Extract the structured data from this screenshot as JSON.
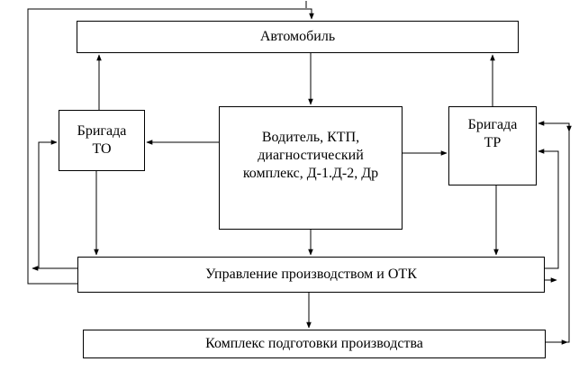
{
  "diagram": {
    "boxes": {
      "automobile": "Автомобиль",
      "brigade_to": "Бригада\nТО",
      "driver_complex": "Водитель, КТП,\nдиагностический\nкомплекс, Д-1.Д-2, Дp",
      "brigade_tr": "Бригада\nТР",
      "production_management": "Управление производством и ОТК",
      "production_prep": "Комплекс подготовки производства"
    },
    "colors": {
      "line": "#000000",
      "background": "#ffffff"
    }
  }
}
